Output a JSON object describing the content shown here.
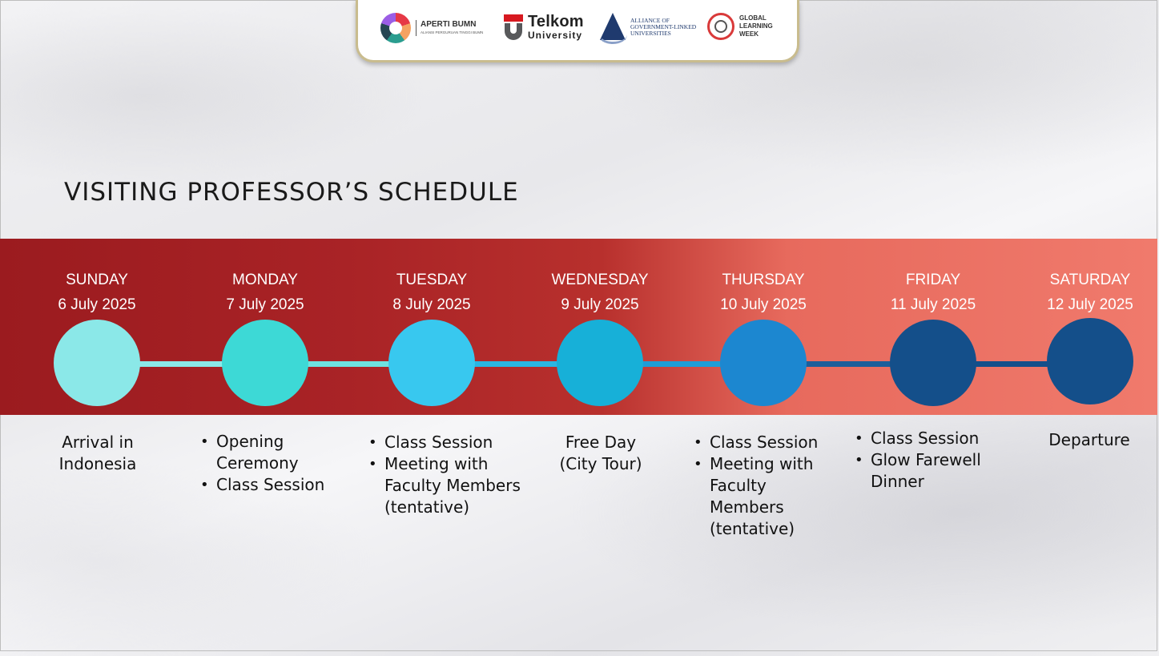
{
  "logos": {
    "aperti_name": "APERTI BUMN",
    "aperti_sub": "ALIANSI PERGURUAN TINGGI BUMN",
    "telkom_name": "Telkom",
    "telkom_sub": "University",
    "aglu_line1": "ALLIANCE OF",
    "aglu_line2": "GOVERNMENT-LINKED",
    "aglu_line3": "UNIVERSITIES",
    "glw_line1": "GLOBAL",
    "glw_line2": "LEARNING",
    "glw_line3": "WEEK"
  },
  "title": "VISITING PROFESSOR’S SCHEDULE",
  "colors": {
    "band_start": "#9b1b1f",
    "band_end": "#f07a6c",
    "nodes": [
      "#8be8e8",
      "#3dd9d6",
      "#38c8ef",
      "#17b0d8",
      "#1c87d0",
      "#144f8a",
      "#144f8a"
    ],
    "connectors": [
      "#8be8e8",
      "#6ee2e0",
      "#2ab6e2",
      "#1e9dd6",
      "#1c5e9a",
      "#144f8a"
    ]
  },
  "days": [
    {
      "name": "SUNDAY",
      "date": "6 July 2025",
      "activity_text": [
        "Arrival in",
        "Indonesia"
      ]
    },
    {
      "name": "MONDAY",
      "date": "7 July 2025",
      "activity_items": [
        "Opening Ceremony",
        "Class Session"
      ]
    },
    {
      "name": "TUESDAY",
      "date": "8 July 2025",
      "activity_items": [
        "Class Session",
        "Meeting with Faculty Members (tentative)"
      ]
    },
    {
      "name": "WEDNESDAY",
      "date": "9 July 2025",
      "activity_text": [
        "Free Day",
        "(City Tour)"
      ]
    },
    {
      "name": "THURSDAY",
      "date": "10 July 2025",
      "activity_items": [
        "Class Session",
        "Meeting with Faculty Members (tentative)"
      ]
    },
    {
      "name": "FRIDAY",
      "date": "11 July 2025",
      "activity_items": [
        "Class Session",
        "Glow Farewell Dinner"
      ]
    },
    {
      "name": "SATURDAY",
      "date": "12 July 2025",
      "activity_text": [
        "Departure"
      ]
    }
  ]
}
